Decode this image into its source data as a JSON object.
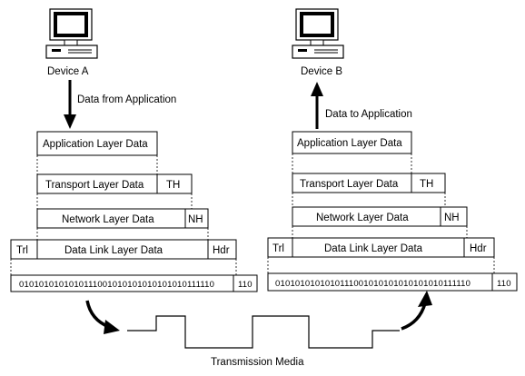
{
  "devices": {
    "a_label": "Device A",
    "b_label": "Device B"
  },
  "arrows": {
    "down_label": "Data from Application",
    "up_label": "Data to Application"
  },
  "left_stack": {
    "application": "Application Layer Data",
    "transport": "Transport Layer Data",
    "transport_header": "TH",
    "network": "Network Layer Data",
    "network_header": "NH",
    "datalink_trailer": "Trl",
    "datalink": "Data Link Layer Data",
    "datalink_header": "Hdr",
    "bits": "0101010101010111001010101010101010111110",
    "bits_tail": "110"
  },
  "right_stack": {
    "application": "Application Layer Data",
    "transport": "Transport Layer Data",
    "transport_header": "TH",
    "network": "Network Layer Data",
    "network_header": "NH",
    "datalink_trailer": "Trl",
    "datalink": "Data Link Layer Data",
    "datalink_header": "Hdr",
    "bits": "0101010101010111001010101010101010111110",
    "bits_tail": "110"
  },
  "media": {
    "label": "Transmission Media"
  },
  "icons": {
    "computer": "computer-icon",
    "arrow_down": "arrow-down-icon",
    "arrow_up": "arrow-up-icon",
    "curved_arrow_left": "curved-arrow-icon",
    "curved_arrow_right": "curved-arrow-icon",
    "signal": "square-wave-signal"
  }
}
